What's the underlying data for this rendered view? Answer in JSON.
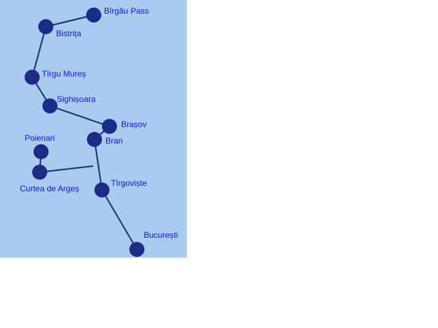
{
  "colors": {
    "background": "#a8cbf0",
    "node": "#1c2b85",
    "route": "#1c3a70",
    "label": "#1010f0"
  },
  "places": {
    "birgau_pass": "Bîrgău Pass",
    "bistrita": "Bistrița",
    "tirgu_mures": "Tîrgu Mureș",
    "sighisoara": "Sighișoara",
    "brasov": "Brașov",
    "bran": "Bran",
    "poienari": "Poienari",
    "curtea_de_arges": "Curtea de Argeș",
    "tirgoviste": "Tîrgoviște",
    "bucuresti": "București"
  }
}
